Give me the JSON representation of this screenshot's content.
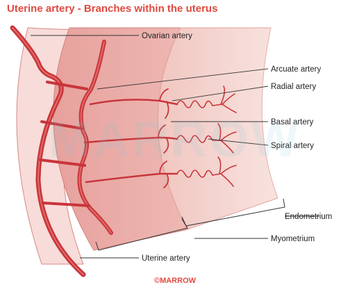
{
  "title": "Uterine artery - Branches within the uterus",
  "watermark": "MARROW",
  "footer": "©MARROW",
  "labels": {
    "ovarian_artery": "Ovarian artery",
    "arcuate_artery": "Arcuate artery",
    "radial_artery": "Radial artery",
    "basal_artery": "Basal artery",
    "spiral_artery": "Spiral artery",
    "endometrium": "Endometrium",
    "myometrium": "Myometrium",
    "uterine_artery": "Uterine artery"
  },
  "colors": {
    "title": "#e0493f",
    "artery": "#c8353b",
    "artery_highlight": "#e46a66",
    "myometrium": "#eaaeaa",
    "endometrium": "#f3cfca",
    "outer_band": "#f6d9d6"
  }
}
